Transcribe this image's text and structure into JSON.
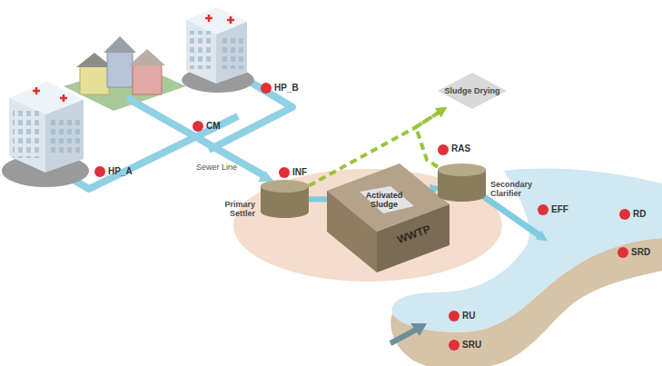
{
  "diagram": {
    "nodes": [
      {
        "text": [
          "Sludge Drying"
        ]
      },
      {
        "text": [
          "Primary Settler"
        ]
      },
      {
        "text": [
          "WWTP"
        ]
      },
      {
        "text": [
          "Activated Sludge"
        ],
        "in": 2
      },
      {
        "text": [
          "Secondary Clarifier"
        ]
      }
    ],
    "edges": [
      {
        "from": 1,
        "to": 3,
        "arrow": "to"
      },
      {
        "from": 3,
        "to": 4,
        "arrow": "to"
      },
      {
        "from": 1,
        "to": 0,
        "arrow": "to"
      },
      {
        "from": 4,
        "to": 0,
        "arrow": "to"
      }
    ],
    "labels": [
      "HP_A",
      "HP_B",
      "CM",
      "Sewer Line",
      "INF",
      "RAS",
      "EFF",
      "RD",
      "SRD",
      "RU",
      "SRU"
    ]
  }
}
